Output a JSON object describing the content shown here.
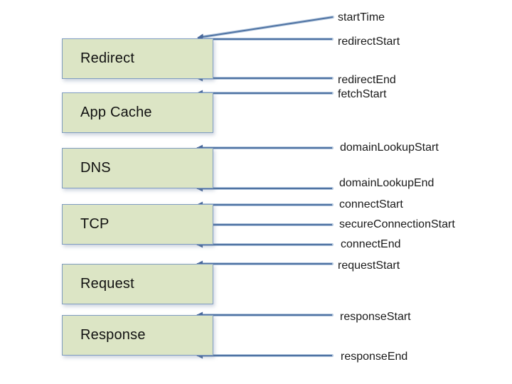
{
  "diagram": {
    "boxes": [
      {
        "label": "Redirect"
      },
      {
        "label": "App Cache"
      },
      {
        "label": "DNS"
      },
      {
        "label": "TCP"
      },
      {
        "label": "Request"
      },
      {
        "label": "Response"
      }
    ],
    "events": [
      {
        "label": "startTime",
        "points_to": "Redirect / top"
      },
      {
        "label": "redirectStart",
        "points_to": "Redirect / top"
      },
      {
        "label": "redirectEnd",
        "points_to": "Redirect / bottom"
      },
      {
        "label": "fetchStart",
        "points_to": "App Cache / top"
      },
      {
        "label": "domainLookupStart",
        "points_to": "DNS / top"
      },
      {
        "label": "domainLookupEnd",
        "points_to": "DNS / bottom"
      },
      {
        "label": "connectStart",
        "points_to": "TCP / top"
      },
      {
        "label": "secureConnectionStart",
        "points_to": "TCP / middle"
      },
      {
        "label": "connectEnd",
        "points_to": "TCP / bottom"
      },
      {
        "label": "requestStart",
        "points_to": "Request / top"
      },
      {
        "label": "responseStart",
        "points_to": "Response / top"
      },
      {
        "label": "responseEnd",
        "points_to": "Response / bottom"
      }
    ],
    "colors": {
      "background": "#ffffff",
      "box_fill": "#dce5c5",
      "box_border": "#7f9cc0",
      "arrow_line": "#4f73a3",
      "arrow_halo": "#b3c6dd",
      "arrow_head": "#49699c",
      "text": "#1a1a1a"
    }
  }
}
